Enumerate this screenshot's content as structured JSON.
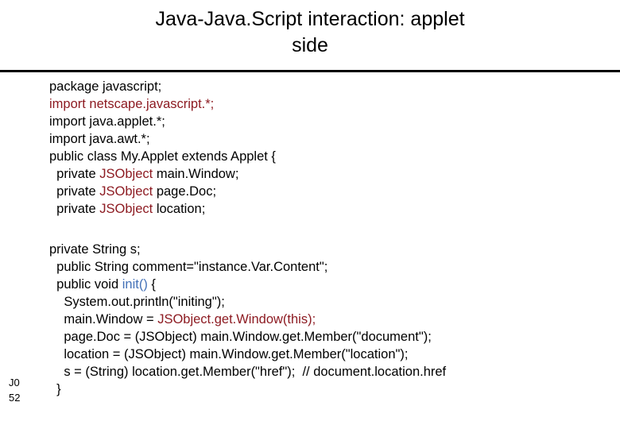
{
  "slide": {
    "title_line1": "Java-Java.Script interaction: applet",
    "title_line2": "side",
    "divider": true,
    "accent_red": "#8d1b22",
    "accent_blue": "#4472b8",
    "background": "#ffffff",
    "text_color": "#000000"
  },
  "code_block_1": {
    "lines": [
      {
        "indent": 0,
        "segments": [
          {
            "text": "package javascript;",
            "color": "black"
          }
        ]
      },
      {
        "indent": 0,
        "segments": [
          {
            "text": "import netscape.javascript.*;",
            "color": "red"
          }
        ]
      },
      {
        "indent": 0,
        "segments": [
          {
            "text": "import java.applet.*;",
            "color": "black"
          }
        ]
      },
      {
        "indent": 0,
        "segments": [
          {
            "text": "import java.awt.*;",
            "color": "black"
          }
        ]
      },
      {
        "indent": 0,
        "segments": [
          {
            "text": "public class My.Applet extends Applet {",
            "color": "black"
          }
        ]
      },
      {
        "indent": 1,
        "segments": [
          {
            "text": "private ",
            "color": "black"
          },
          {
            "text": "JSObject",
            "color": "red"
          },
          {
            "text": " main.Window;",
            "color": "black"
          }
        ]
      },
      {
        "indent": 1,
        "segments": [
          {
            "text": "private ",
            "color": "black"
          },
          {
            "text": "JSObject",
            "color": "red"
          },
          {
            "text": " page.Doc;",
            "color": "black"
          }
        ]
      },
      {
        "indent": 1,
        "segments": [
          {
            "text": "private ",
            "color": "black"
          },
          {
            "text": "JSObject",
            "color": "red"
          },
          {
            "text": " location;",
            "color": "black"
          }
        ]
      }
    ]
  },
  "code_block_2": {
    "lines": [
      {
        "indent": 0,
        "segments": [
          {
            "text": "private String s;",
            "color": "black"
          }
        ]
      },
      {
        "indent": 1,
        "segments": [
          {
            "text": "public String comment=\"instance.Var.Content\";",
            "color": "black"
          }
        ]
      },
      {
        "indent": 1,
        "segments": [
          {
            "text": "public void ",
            "color": "black"
          },
          {
            "text": "init()",
            "color": "blue"
          },
          {
            "text": " {",
            "color": "black"
          }
        ]
      },
      {
        "indent": 2,
        "segments": [
          {
            "text": "System.out.println(\"initing\");",
            "color": "black"
          }
        ]
      },
      {
        "indent": 2,
        "segments": [
          {
            "text": "main.Window = ",
            "color": "black"
          },
          {
            "text": "JSObject.get.Window(this);",
            "color": "red"
          }
        ]
      },
      {
        "indent": 2,
        "segments": [
          {
            "text": "page.Doc = (JSObject) main.Window.get.Member(\"document\");",
            "color": "black"
          }
        ]
      },
      {
        "indent": 2,
        "segments": [
          {
            "text": "location = (JSObject) main.Window.get.Member(\"location\");",
            "color": "black"
          }
        ]
      },
      {
        "indent": 2,
        "segments": [
          {
            "text": "s = (String) location.get.Member(\"href\");  // document.location.href",
            "color": "black"
          }
        ]
      },
      {
        "indent": 1,
        "segments": [
          {
            "text": "}",
            "color": "black"
          }
        ]
      }
    ]
  },
  "page_marks": {
    "mark_top": "J0",
    "mark_bottom": "52"
  }
}
